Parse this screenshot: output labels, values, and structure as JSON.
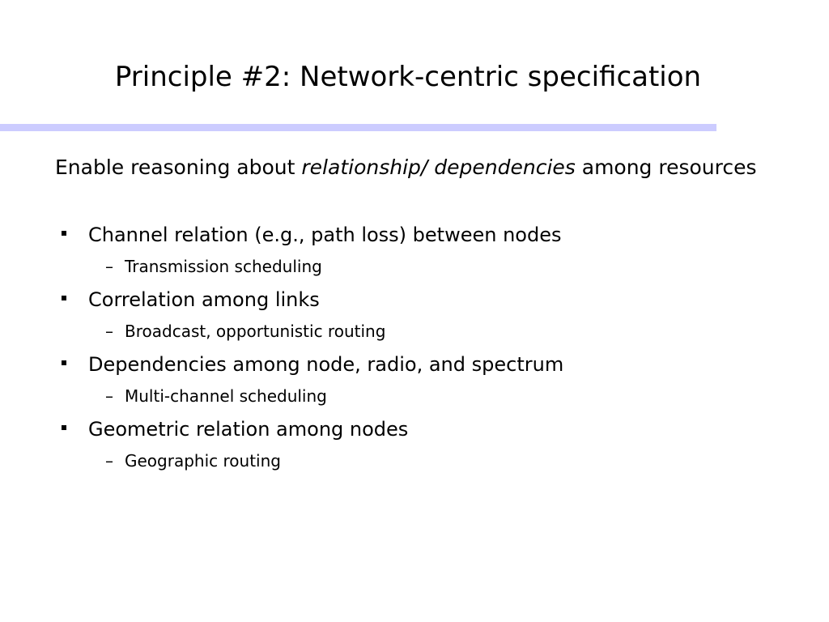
{
  "slide": {
    "title": "Principle #2: Network-centric specification",
    "title_rule_color": "#ccccff",
    "intro": {
      "before": "Enable reasoning about ",
      "emphasis": "relationship/ dependencies",
      "after": " among resources"
    },
    "bullets": [
      {
        "text": "Channel relation (e.g., path loss) between nodes",
        "sub": "Transmission scheduling"
      },
      {
        "text": "Correlation among links",
        "sub": "Broadcast, opportunistic routing"
      },
      {
        "text": "Dependencies among node, radio, and spectrum",
        "sub": "Multi-channel scheduling"
      },
      {
        "text": "Geometric relation among nodes",
        "sub": "Geographic routing"
      }
    ],
    "sub_marker": "–"
  }
}
